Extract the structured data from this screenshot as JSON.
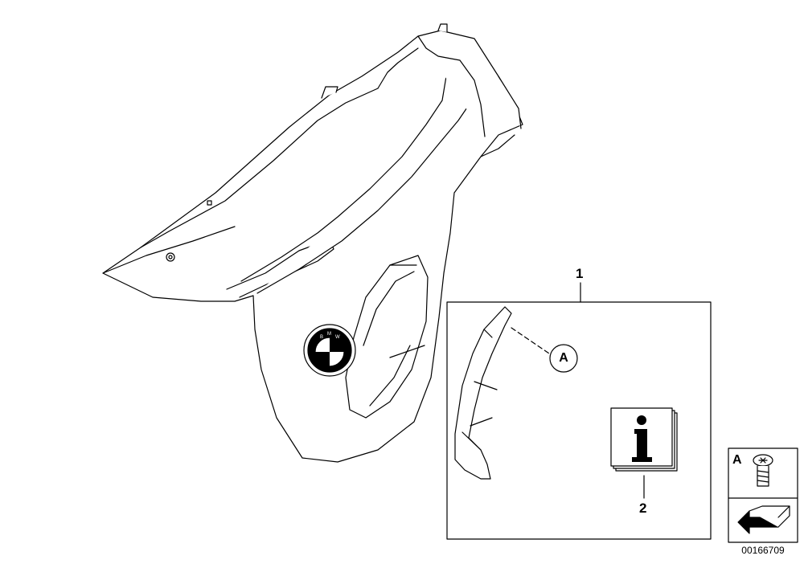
{
  "callouts": {
    "item_1": "1",
    "item_2": "2",
    "ref_a": "A"
  },
  "legend": {
    "ref_a": "A"
  },
  "diagram_id": "00166709",
  "icons": {
    "info": "info-booklet-icon",
    "screw": "screw-icon",
    "arrow": "arrow-icon",
    "logo": "roundel-emblem"
  },
  "colors": {
    "line": "#000000",
    "fill": "#ffffff"
  }
}
